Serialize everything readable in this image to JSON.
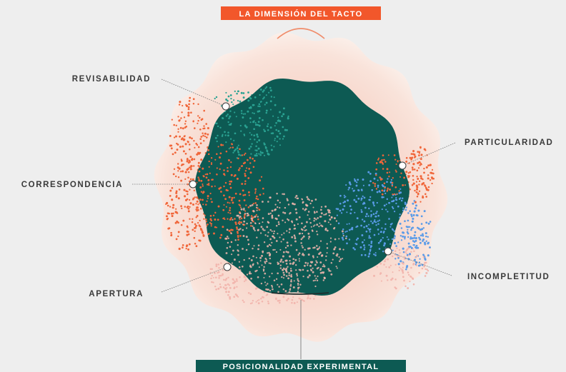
{
  "title": "LA DIMENSIÓN DEL TACTO",
  "footer": "POSICIONALIDAD EXPERIMENTAL",
  "labels": {
    "revisabilidad": "REVISABILIDAD",
    "correspondencia": "CORRESPONDENCIA",
    "apertura": "APERTURA",
    "particularidad": "PARTICULARIDAD",
    "incompletitud": "INCOMPLETITUD"
  },
  "colors": {
    "background": "#eeeeee",
    "halo": "#f6d7cc",
    "core": "#0d5a53",
    "title_banner": "#f2572b",
    "footer_banner": "#0d5a53",
    "dots_teal": "#2aa292",
    "dots_orange": "#f0663a",
    "dots_blue": "#5a9be8",
    "dots_pink": "#f2b6ae"
  }
}
